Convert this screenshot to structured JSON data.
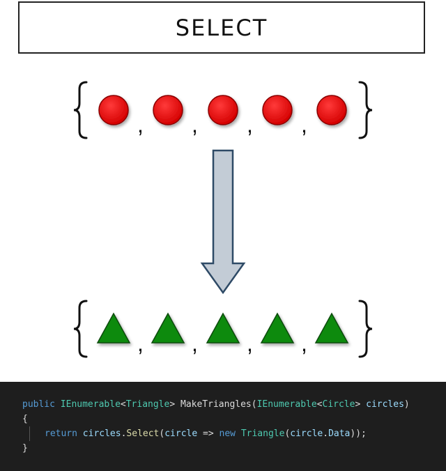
{
  "title": "SELECT",
  "colors": {
    "circle_fill": "#e60000",
    "triangle_fill": "#0a8a0a",
    "arrow_fill": "#c3ccd6",
    "arrow_stroke": "#2e4a66"
  },
  "input_set": {
    "shape": "circle",
    "count": 5,
    "separator": ","
  },
  "output_set": {
    "shape": "triangle",
    "count": 5,
    "separator": ","
  },
  "arrow": {
    "direction": "down"
  },
  "code": {
    "line1": {
      "kw_public": "public",
      "t_ienum1": "IEnumerable",
      "lt1": "<",
      "t_triangle": "Triangle",
      "gt1": ">",
      "sp1": " ",
      "m_name": "MakeTriangles",
      "paren_open": "(",
      "t_ienum2": "IEnumerable",
      "lt2": "<",
      "t_circle": "Circle",
      "gt2": ">",
      "sp2": " ",
      "p_circles": "circles",
      "paren_close": ")"
    },
    "line2": {
      "brace_open": "{"
    },
    "line3": {
      "kw_return": "return",
      "sp1": " ",
      "id_circles": "circles",
      "dot1": ".",
      "m_select": "Select",
      "po1": "(",
      "id_circle": "circle",
      "arrow_op": " => ",
      "kw_new": "new",
      "sp2": " ",
      "t_triangle": "Triangle",
      "po2": "(",
      "id_circle2": "circle",
      "dot2": ".",
      "id_data": "Data",
      "end": "));"
    },
    "line4": {
      "brace_close": "}"
    }
  }
}
